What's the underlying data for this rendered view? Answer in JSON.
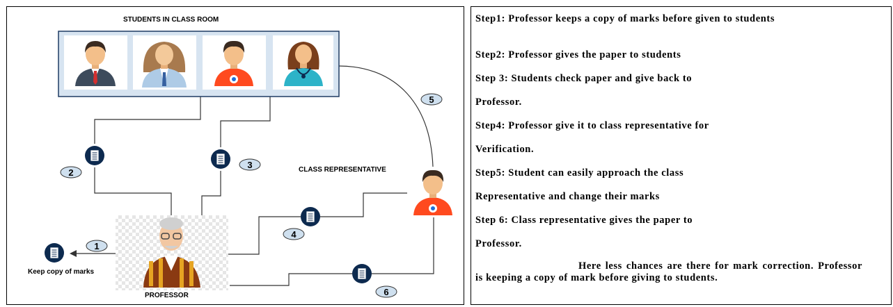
{
  "diagram": {
    "students_title": "STUDENTS IN CLASS ROOM",
    "class_rep_label": "CLASS REPRESENTATIVE",
    "professor_label": "PROFESSOR",
    "keep_copy_label": "Keep copy of marks",
    "step_numbers": [
      "1",
      "2",
      "3",
      "4",
      "5",
      "6"
    ],
    "colors": {
      "doc_icon": "#0d2a4f",
      "badge_fill": "#cfe0ef",
      "classroom_bg": "#d7e4f1",
      "classroom_border": "#1f3b63"
    },
    "icons": [
      "student-male-tie-icon",
      "student-female-blonde-icon",
      "student-boy-orange-icon",
      "student-girl-teal-icon",
      "class-representative-icon",
      "professor-icon",
      "document-icon"
    ]
  },
  "steps": [
    "Step1: Professor keeps a copy of marks before given to students",
    "Step2: Professor gives the paper to students",
    "Step 3: Students check paper and give back to",
    "Professor.",
    "Step4: Professor give it to class representative for",
    "Verification.",
    "Step5: Student can easily approach the class",
    "Representative and change their marks",
    "Step 6: Class representative gives the paper to",
    "Professor."
  ],
  "note": "Here less chances are there for mark correction. Professor is keeping a copy of mark before giving to students."
}
